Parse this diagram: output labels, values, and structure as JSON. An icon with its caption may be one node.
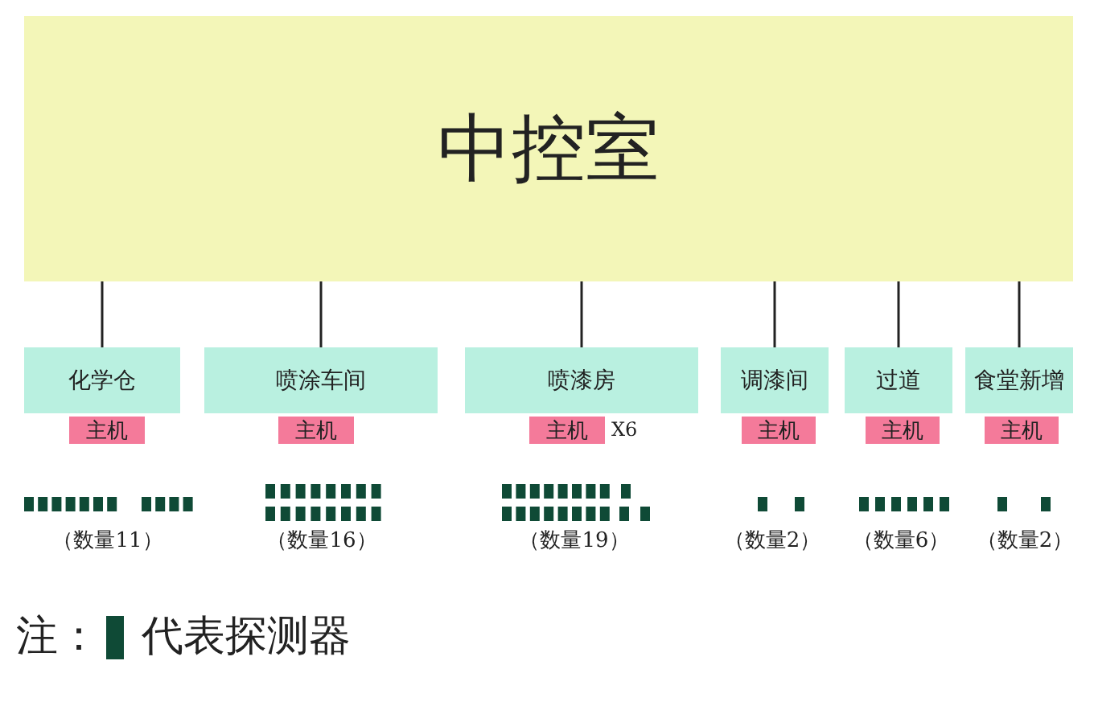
{
  "diagram": {
    "nodes": [
      {
        "text": [
          "中控室"
        ]
      },
      {
        "text": [
          "化学仓"
        ]
      },
      {
        "text": [
          "喷涂车间"
        ]
      },
      {
        "text": [
          "喷漆房"
        ]
      },
      {
        "text": [
          "调漆间"
        ]
      },
      {
        "text": [
          "过道"
        ]
      },
      {
        "text": [
          "食堂新增"
        ]
      },
      {
        "text": [
          "主机"
        ]
      },
      {
        "text": [
          "主机"
        ]
      },
      {
        "text": [
          "主机"
        ],
        "beside": [
          "X6"
        ]
      },
      {
        "text": [
          "主机"
        ]
      },
      {
        "text": [
          "主机"
        ]
      },
      {
        "text": [
          "主机"
        ]
      }
    ],
    "edges": [
      {
        "from": 0,
        "to": 1,
        "arrow": "none"
      },
      {
        "from": 0,
        "to": 2,
        "arrow": "none"
      },
      {
        "from": 0,
        "to": 3,
        "arrow": "none"
      },
      {
        "from": 0,
        "to": 4,
        "arrow": "none"
      },
      {
        "from": 0,
        "to": 5,
        "arrow": "none"
      },
      {
        "from": 0,
        "to": 6,
        "arrow": "none"
      }
    ],
    "labels": [
      "（数量11）",
      "（数量16）",
      "（数量19）",
      "（数量2）",
      "（数量6）",
      "（数量2）",
      "注："
    ],
    "legend": [
      {
        "text": "代表探测器",
        "color": "#0f4a36"
      }
    ]
  }
}
